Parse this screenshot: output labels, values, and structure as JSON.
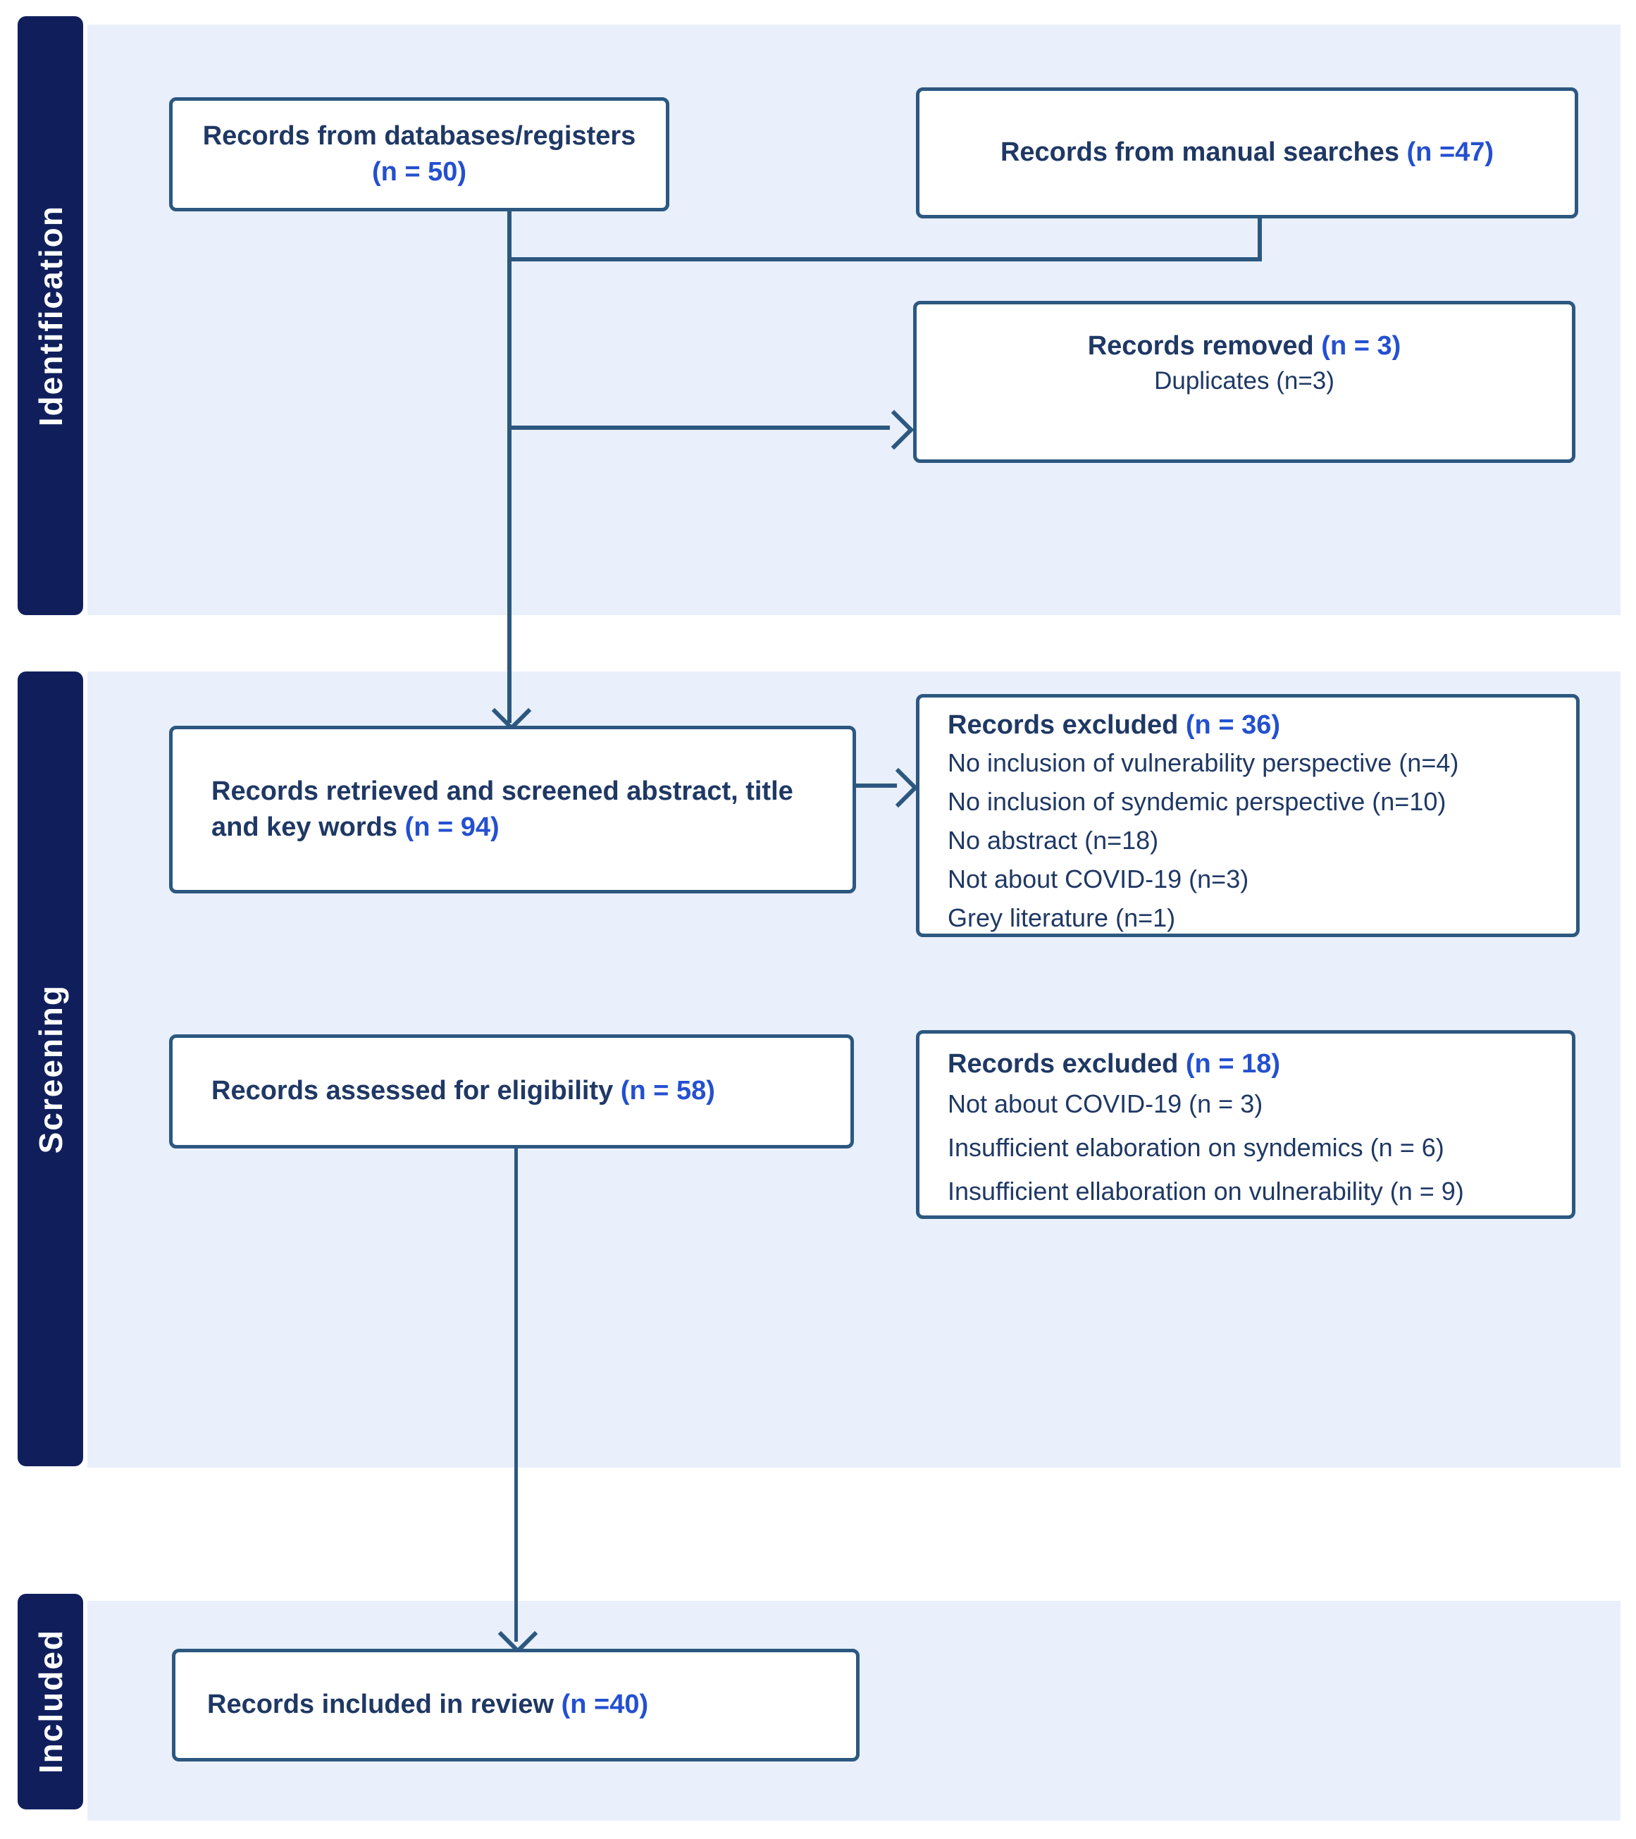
{
  "figure": {
    "type": "prisma-flow-diagram",
    "palette": {
      "sidebar_navy": "#101f5c",
      "stage_background": "#e9effb",
      "box_border_line": "#2c5880",
      "text_dark_navy": "#1f3864",
      "text_accent_blue": "#2450d0",
      "box_background": "#ffffff"
    }
  },
  "sidebar": {
    "identification": "Identification",
    "screening": "Screening",
    "included": "Included"
  },
  "boxes": {
    "databases": {
      "label": "Records from databases/registers",
      "n": "(n = 50)"
    },
    "manual": {
      "label": "Records from manual searches",
      "n": "(n =47)"
    },
    "removed": {
      "label": "Records removed",
      "n": "(n = 3)",
      "sub": "Duplicates (n=3)"
    },
    "screened": {
      "label_line1": "Records retrieved and screened abstract, title",
      "label_line2": "and key words",
      "n": "(n = 94)"
    },
    "excluded1": {
      "label": "Records excluded",
      "n": "(n = 36)",
      "items": [
        "No inclusion of vulnerability perspective (n=4)",
        "No inclusion of syndemic perspective (n=10)",
        "No abstract (n=18)",
        "Not about COVID-19 (n=3)",
        "Grey literature  (n=1)"
      ]
    },
    "eligibility": {
      "label": "Records assessed for eligibility",
      "n": "(n = 58)"
    },
    "excluded2": {
      "label": "Records excluded",
      "n": "(n = 18)",
      "items": [
        "Not about COVID-19 (n = 3)",
        "Insufficient elaboration on syndemics (n = 6)",
        "Insufficient ellaboration on vulnerability (n = 9)"
      ]
    },
    "included": {
      "label": "Records included in review",
      "n": "(n =40)"
    }
  }
}
